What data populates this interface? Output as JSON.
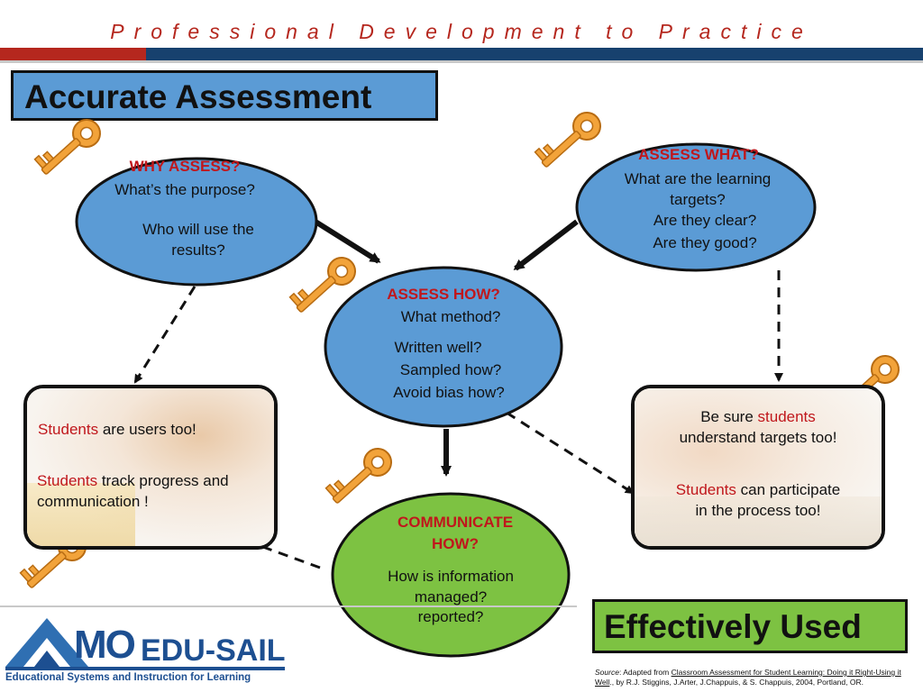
{
  "header": {
    "title": "Professional Development to Practice"
  },
  "slide_title": "Accurate Assessment",
  "effectively_used": "Effectively Used",
  "why": {
    "heading": "WHY ASSESS?",
    "line1": "What’s the purpose?",
    "line2": "Who will use the",
    "line3": "results?"
  },
  "what": {
    "heading": "ASSESS WHAT?",
    "line1": "What are the learning",
    "line2": "targets?",
    "line3": "Are they clear?",
    "line4": "Are they good?"
  },
  "how": {
    "heading": "ASSESS HOW?",
    "line1": "What method?",
    "line2": "Written well?",
    "line3": "Sampled how?",
    "line4": "Avoid bias how?"
  },
  "communicate": {
    "heading1": "COMMUNICATE",
    "heading2": "HOW?",
    "line1": "How is information",
    "line2": "managed?",
    "line3": "reported?"
  },
  "left_card": {
    "line1_red": "Students",
    "line1_rest": " are users too!",
    "line2_red": "Students",
    "line2_rest": " track progress and",
    "line3": "communication !"
  },
  "right_card": {
    "line1_pre": "Be sure ",
    "line1_red": "students",
    "line2": "understand targets too!",
    "line3_red": "Students",
    "line3_rest": " can participate",
    "line4": "in the process too!"
  },
  "logo": {
    "mo": "MO",
    "edusail": "EDU-SAIL",
    "tagline": "Educational Systems and Instruction for Learning"
  },
  "source": {
    "label": "Source",
    "pre": ": Adapted from ",
    "link": "Classroom Assessment for Student Learning: Doing it Right-Using it Well",
    "post": "., by R.J. Stiggins, J.Arter, J.Chappuis, & S. Chappuis, 2004, Portland, OR."
  },
  "colors": {
    "accent_red": "#b5271e",
    "navy": "#17416e",
    "blue_fill": "#5b9bd5",
    "green_fill": "#7dc242",
    "text_red": "#c0171c",
    "key_gold": "#f2a33a"
  }
}
